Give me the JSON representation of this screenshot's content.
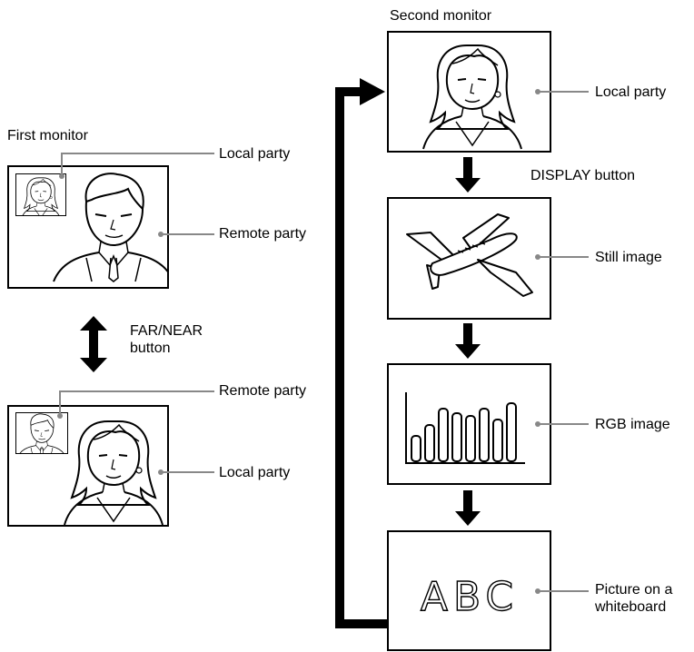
{
  "labels": {
    "second_monitor": "Second monitor",
    "first_monitor": "First monitor",
    "local_party_top": "Local party",
    "remote_party_top": "Remote party",
    "far_near_line1": "FAR/NEAR",
    "far_near_line2": "button",
    "remote_party_bottom": "Remote party",
    "local_party_bottom": "Local party",
    "local_party_second": "Local party",
    "display_button": "DISPLAY button",
    "still_image": "Still image",
    "rgb_image": "RGB image",
    "whiteboard_line1": "Picture on a",
    "whiteboard_line2": "whiteboard"
  },
  "whiteboard_text": "ABC",
  "icons": {
    "woman": "woman-portrait-icon",
    "man": "man-portrait-icon",
    "airplane": "airplane-icon",
    "chart": "bar-chart-icon"
  },
  "colors": {
    "line": "#888888",
    "arrow": "#000000"
  }
}
